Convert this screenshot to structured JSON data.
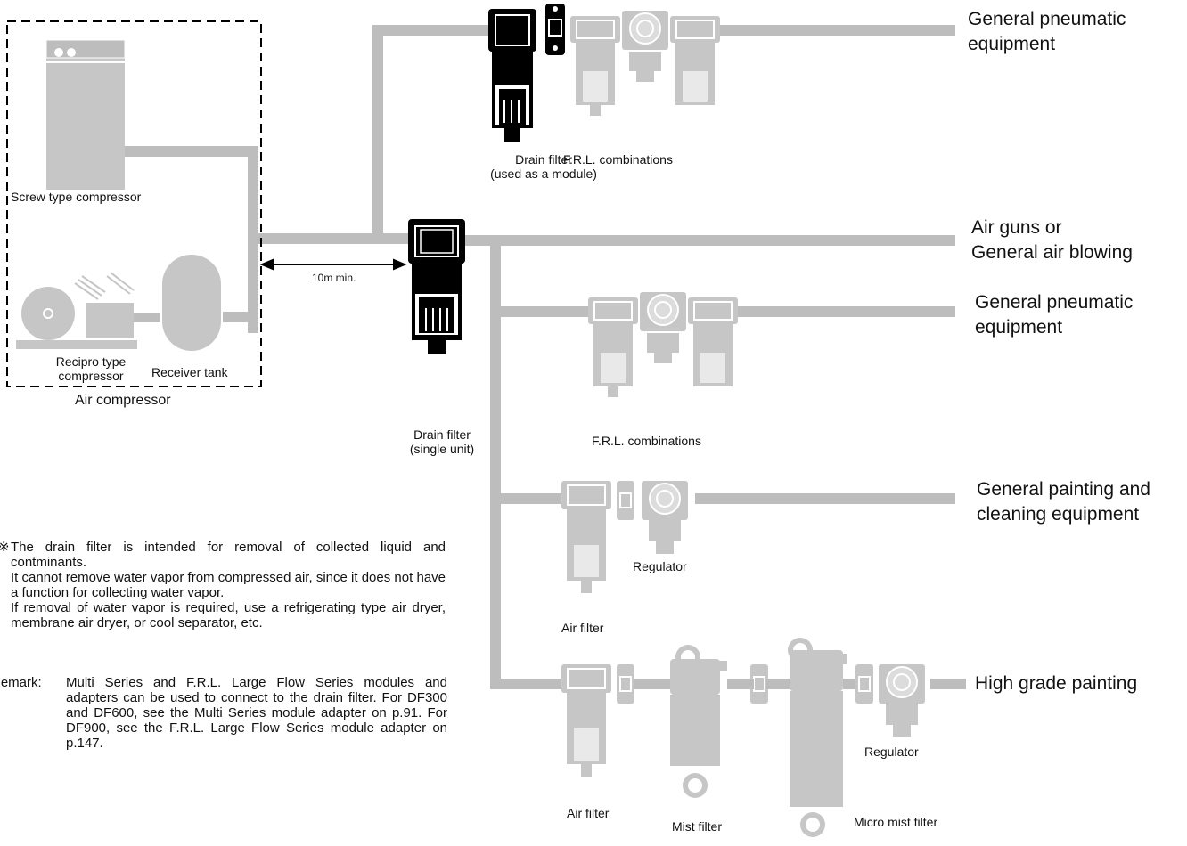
{
  "labels": {
    "screw_compressor": "Screw type compressor",
    "recipro_compressor": [
      "Recipro type",
      "compressor"
    ],
    "receiver_tank": "Receiver tank",
    "air_compressor": "Air compressor",
    "distance": "10m min.",
    "drain_filter_module": [
      "Drain filter",
      "(used as a module)"
    ],
    "frl_top": "F.R.L. combinations",
    "drain_filter_single": [
      "Drain filter",
      "(single unit)"
    ],
    "frl_mid": "F.R.L. combinations",
    "regulator_1": "Regulator",
    "air_filter_1": "Air filter",
    "air_filter_2": "Air filter",
    "mist_filter": "Mist filter",
    "micro_mist_filter": "Micro mist filter",
    "regulator_2": "Regulator"
  },
  "destinations": {
    "d1": [
      "General pneumatic",
      "equipment"
    ],
    "d2": [
      "Air guns or",
      "General air blowing"
    ],
    "d3": [
      "General pneumatic",
      "equipment"
    ],
    "d4": [
      "General painting and",
      "cleaning equipment"
    ],
    "d5": [
      "High grade painting"
    ]
  },
  "notes": {
    "note_mark": "※",
    "note": [
      "The drain filter is intended for removal of collected liquid and contminants.",
      "It cannot remove water vapor from compressed air, since it does not have a function for collecting water vapor.",
      "If removal of water vapor is required, use a refrigerating type air dryer, membrane air dryer, or cool separator, etc."
    ],
    "remark_label": "Remark:",
    "remark": "Multi Series and F.R.L. Large Flow Series modules and  adapters can be used to connect to the drain filter. For DF300 and DF600, see the Multi Series module adapter on p.91. For DF900, see the F.R.L. Large Flow Series module adapter on p.147."
  },
  "colors": {
    "pipe": "#bdbdbd",
    "equipment": "#c6c6c6",
    "black": "#000000"
  }
}
